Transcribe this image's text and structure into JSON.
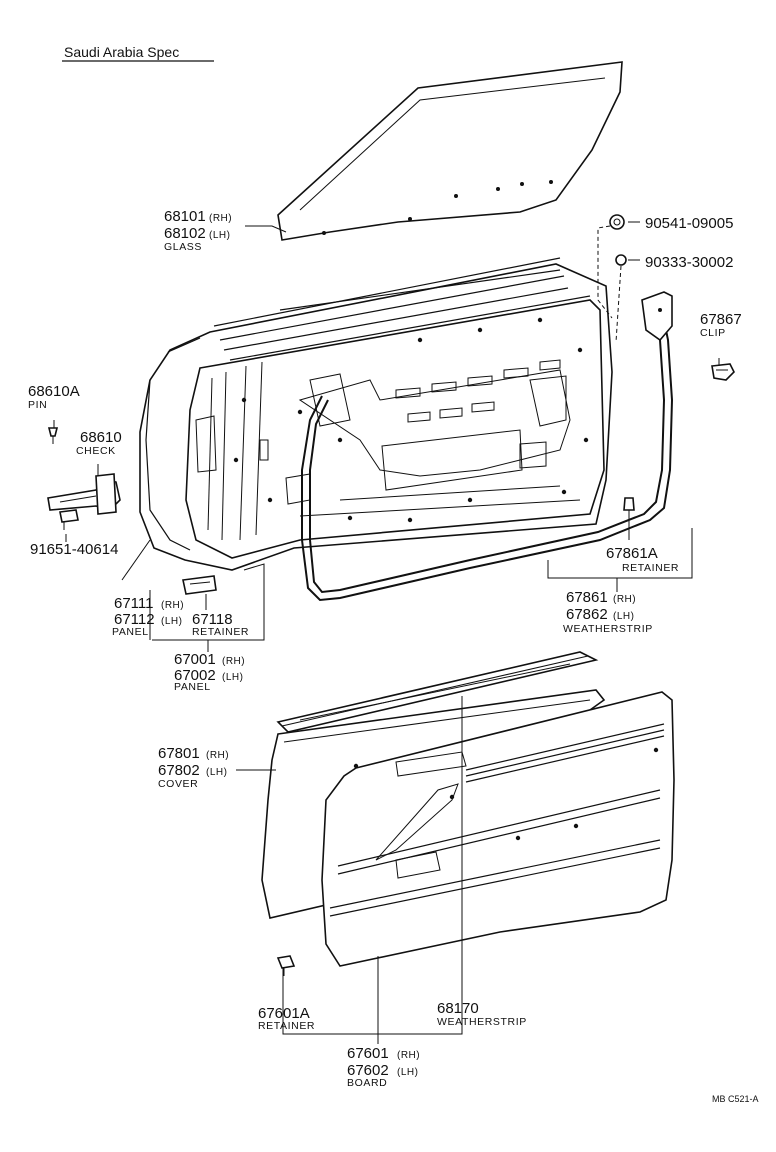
{
  "title": "Saudi Arabia Spec",
  "diagram_code": "MB C521-A",
  "parts": {
    "glass": {
      "rh": "68101",
      "lh": "68102",
      "name": "GLASS"
    },
    "bolt": {
      "pn": "90541-09005"
    },
    "nut": {
      "pn": "90333-30002"
    },
    "clip": {
      "pn": "67867",
      "name": "CLIP"
    },
    "pin": {
      "pn": "68610A",
      "name": "PIN"
    },
    "check": {
      "pn": "68610",
      "name": "CHECK"
    },
    "bolt2": {
      "pn": "91651-40614"
    },
    "retainer_ws": {
      "pn": "67861A",
      "name": "RETAINER"
    },
    "weatherstrip": {
      "rh": "67861",
      "lh": "67862",
      "name": "WEATHERSTRIP"
    },
    "outer_panel": {
      "rh": "67111",
      "lh": "67112",
      "name": "PANEL"
    },
    "retainer_panel": {
      "pn": "67118",
      "name": "RETAINER"
    },
    "door_panel": {
      "rh": "67001",
      "lh": "67002",
      "name": "PANEL"
    },
    "cover": {
      "rh": "67801",
      "lh": "67802",
      "name": "COVER"
    },
    "board_retainer": {
      "pn": "67601A",
      "name": "RETAINER"
    },
    "board_ws": {
      "pn": "68170",
      "name": "WEATHERSTRIP"
    },
    "board": {
      "rh": "67601",
      "lh": "67602",
      "name": "BOARD"
    }
  },
  "suffix": {
    "rh": "(RH)",
    "lh": "(LH)"
  }
}
